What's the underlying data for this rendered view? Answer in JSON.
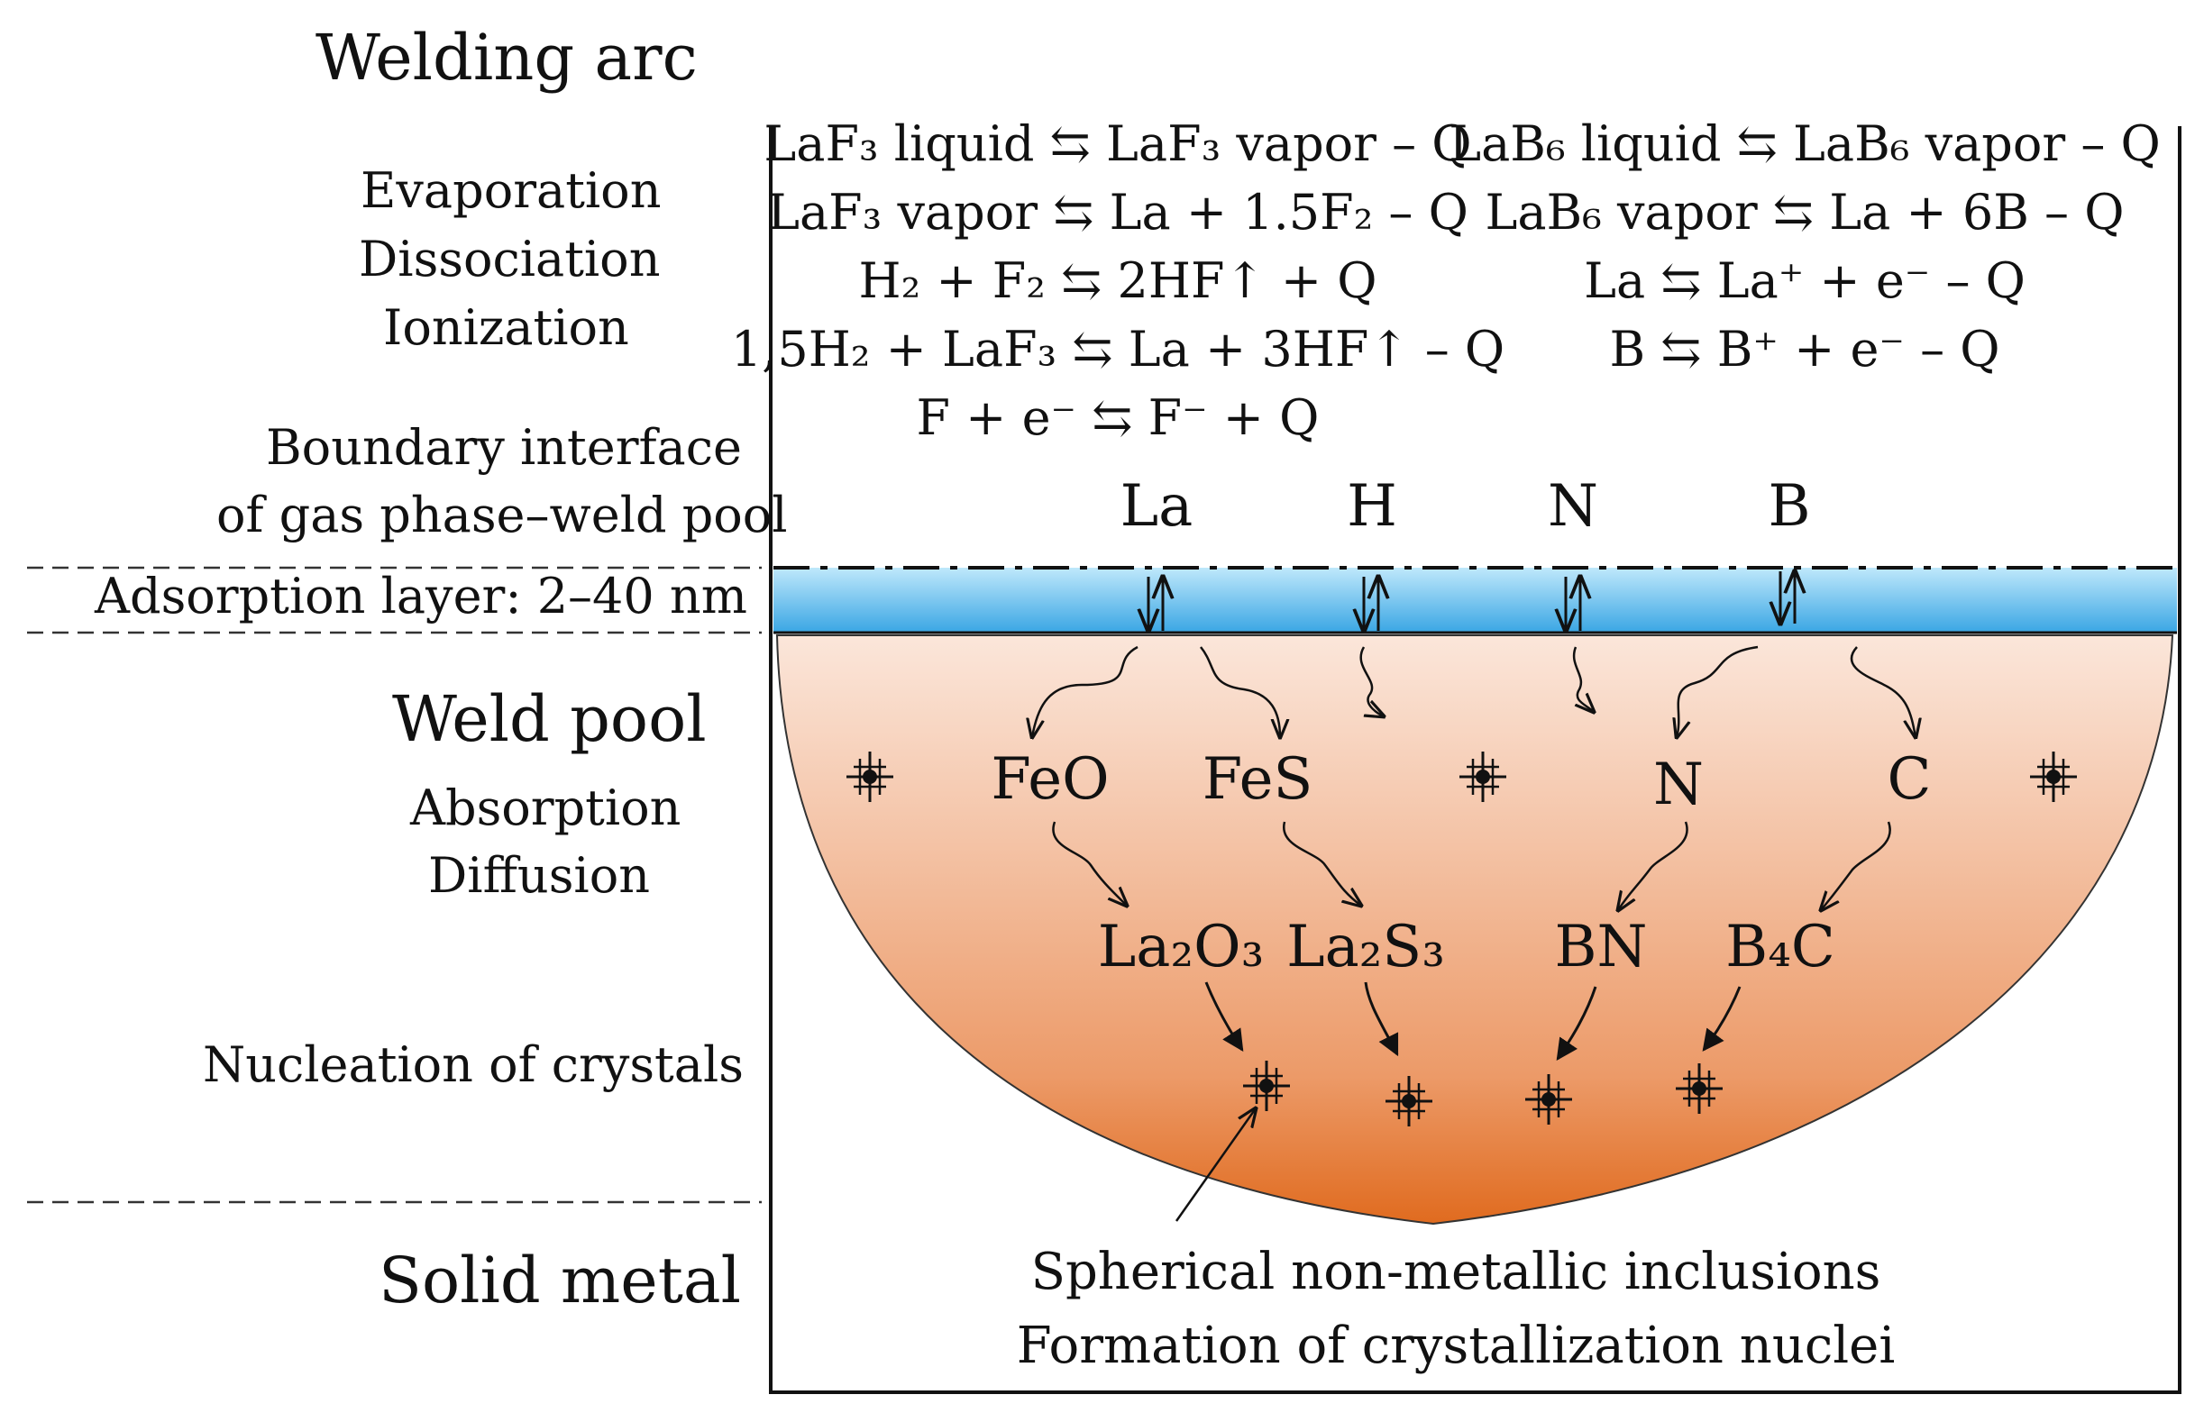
{
  "left_labels": {
    "welding_arc": "Welding arc",
    "evaporation": "Evaporation",
    "dissociation": "Dissociation",
    "ionization": "Ionization",
    "boundary_1": "Boundary interface",
    "boundary_2": "of gas phase–weld pool",
    "adsorption_layer": "Adsorption layer: 2–40 nm",
    "weld_pool": "Weld pool",
    "absorption": "Absorption",
    "diffusion": "Diffusion",
    "nucleation": "Nucleation of crystals",
    "solid_metal": "Solid metal"
  },
  "reactions_left": [
    "LaF₃ liquid ⇆ LaF₃ vapor – Q",
    "LaF₃ vapor ⇆ La + 1.5F₂ – Q",
    "H₂ + F₂ ⇆ 2HF↑ + Q",
    "1,5H₂ + LaF₃ ⇆ La + 3HF↑ – Q",
    "F + e⁻ ⇆ F⁻ + Q"
  ],
  "reactions_right": [
    "LaB₆ liquid ⇆ LaB₆ vapor – Q",
    "LaB₆ vapor ⇆ La + 6B – Q",
    "La ⇆ La⁺ + e⁻ – Q",
    "B ⇆ B⁺ + e⁻ – Q"
  ],
  "gas_species": [
    "La",
    "H",
    "N",
    "B"
  ],
  "pool_species": [
    "FeO",
    "FeS",
    "N",
    "C"
  ],
  "compounds": [
    "La₂O₃",
    "La₂S₃",
    "BN",
    "B₄C"
  ],
  "caption_1": "Spherical non-metallic inclusions",
  "caption_2": "Formation of crystallization nuclei",
  "icons": [
    "exchange-arrows-icon",
    "crystal-nucleus-icon",
    "wavy-arrow-icon"
  ],
  "colors": {
    "adsorption_top": "#bfe8fb",
    "adsorption_bottom": "#3aa6e4",
    "pool_top": "#fbe6da",
    "pool_bottom": "#e06b1f",
    "ink": "#111111"
  }
}
